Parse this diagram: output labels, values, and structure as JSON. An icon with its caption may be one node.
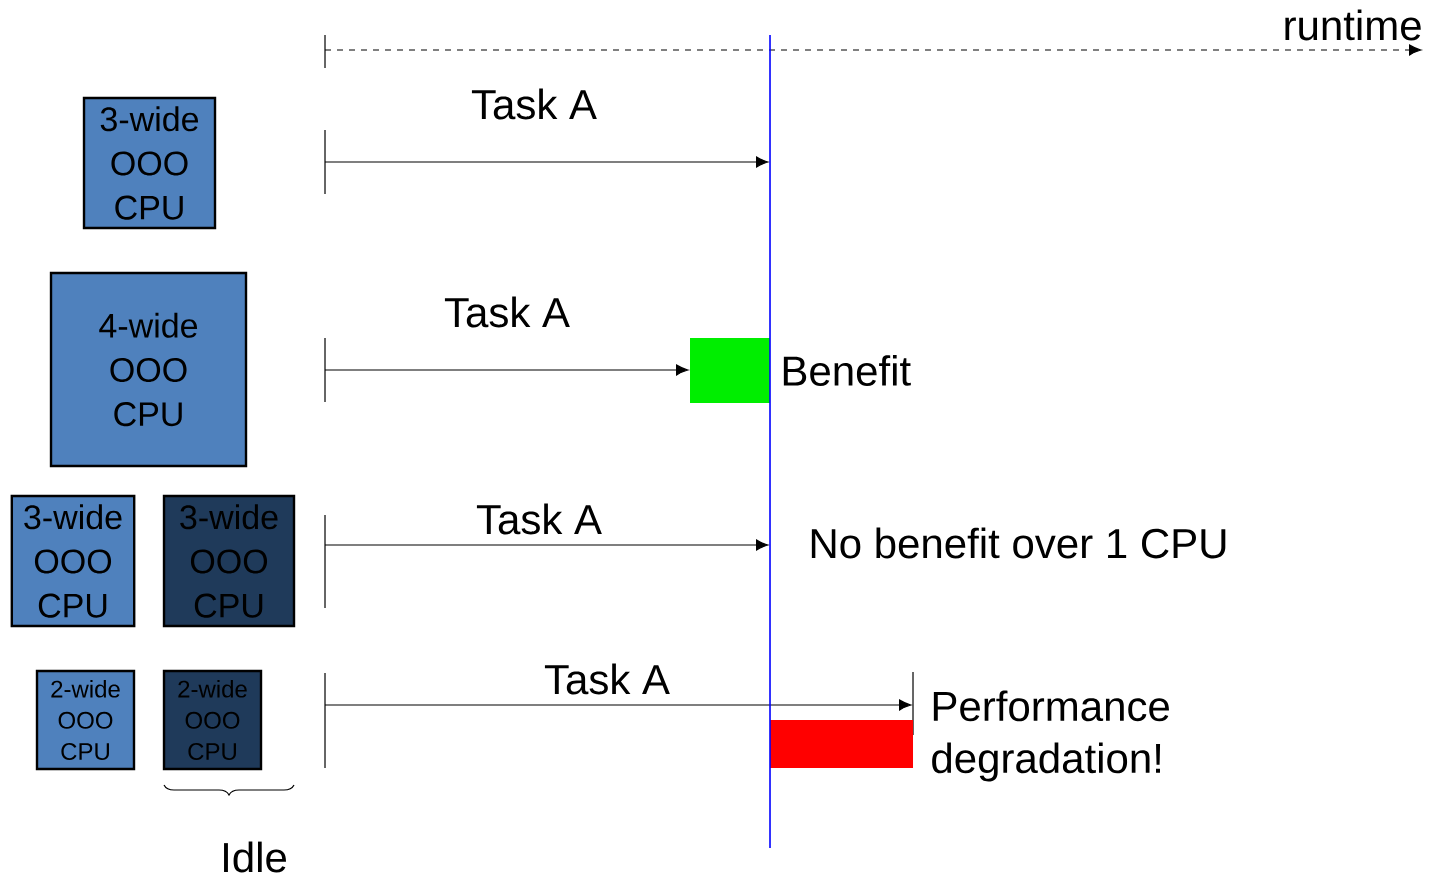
{
  "diagram": {
    "nodes": [
      {
        "text": [
          "3-wide OOO CPU"
        ]
      },
      {
        "text": [
          "4-wide OOO CPU"
        ]
      },
      {
        "text": [
          "3-wide OOO CPU"
        ]
      },
      {
        "text": [
          "3-wide OOO CPU"
        ]
      },
      {
        "text": [
          "2-wide OOO CPU"
        ]
      },
      {
        "text": [
          "2-wide OOO CPU"
        ]
      },
      {
        "text": [],
        "shape": "bar",
        "beside": [
          "Benefit"
        ]
      },
      {
        "text": [],
        "shape": "bar",
        "beside": [
          "Performance degradation!"
        ]
      }
    ],
    "labels": [
      "runtime",
      "Task A",
      "Task A",
      "Task A",
      "No benefit over 1 CPU",
      "Task A",
      "Idle"
    ]
  }
}
